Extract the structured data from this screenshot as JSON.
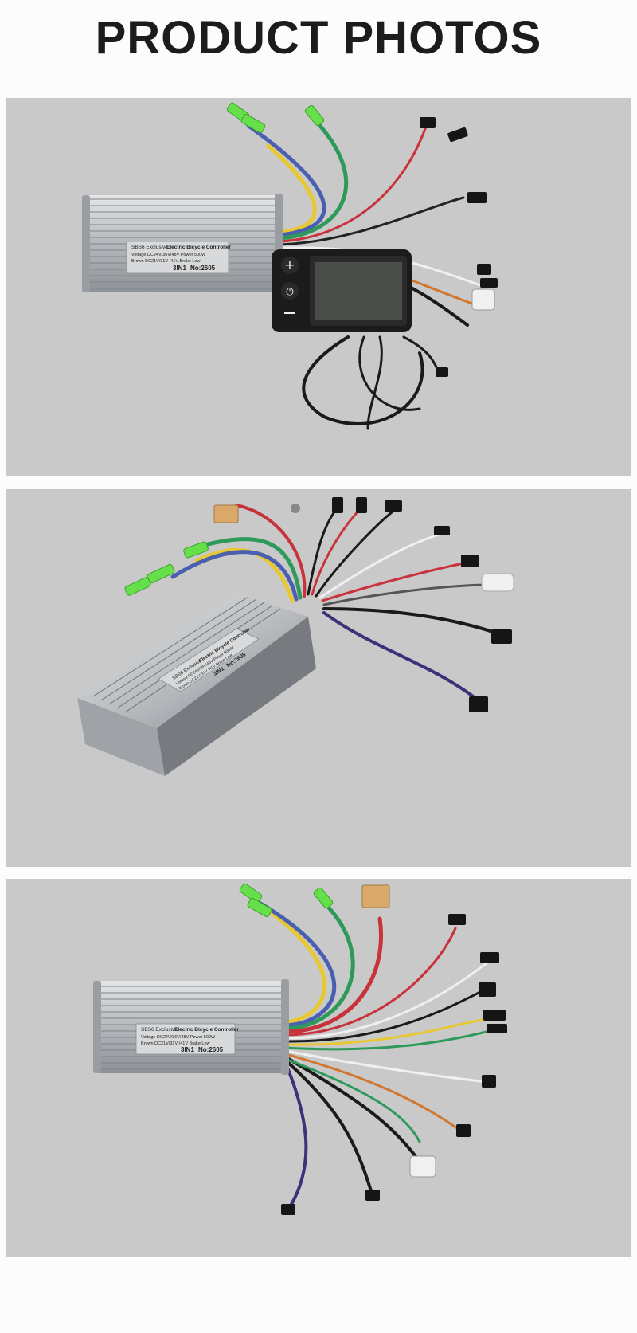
{
  "page": {
    "title": "PRODUCT PHOTOS"
  },
  "photos": [
    {
      "id": "photo-1",
      "subject": "controller-with-lcd-display",
      "label": {
        "brand": "SBS6 Exclusive",
        "product": "Electric Bicycle Controller",
        "line1": "Voltage DC24V/36V/48V  Power 500W",
        "line2": "Brown  DC21V/31V /41V Brake Low",
        "model": "3IN1",
        "number": "No:2605"
      }
    },
    {
      "id": "photo-2",
      "subject": "controller-angled-view",
      "label": {
        "brand": "SBS6 Exclusive",
        "product": "Electric Bicycle Controller",
        "line1": "Voltage DC24V/36V/48V  Power 500W",
        "line2": "Brown  DC21V/31V /41V Brake Low",
        "model": "3IN1",
        "number": "No:2605"
      }
    },
    {
      "id": "photo-3",
      "subject": "controller-front-view",
      "label": {
        "brand": "SBS6 Exclusive",
        "product": "Electric Bicycle Controller",
        "line1": "Voltage DC24V/36V/48V  Power 500W",
        "line2": "Brown  DC21V/31V /41V Brake Low",
        "model": "3IN1",
        "number": "No:2605"
      }
    }
  ],
  "colors": {
    "background": "#c9c9c9",
    "aluminum": "#b9bcbf",
    "wire_yellow": "#e8c830",
    "wire_blue": "#4a5fb0",
    "wire_green": "#2e9a5a",
    "wire_red": "#c8323a",
    "connector_green": "#66e04a",
    "connector_xt60": "#d9a86a"
  }
}
